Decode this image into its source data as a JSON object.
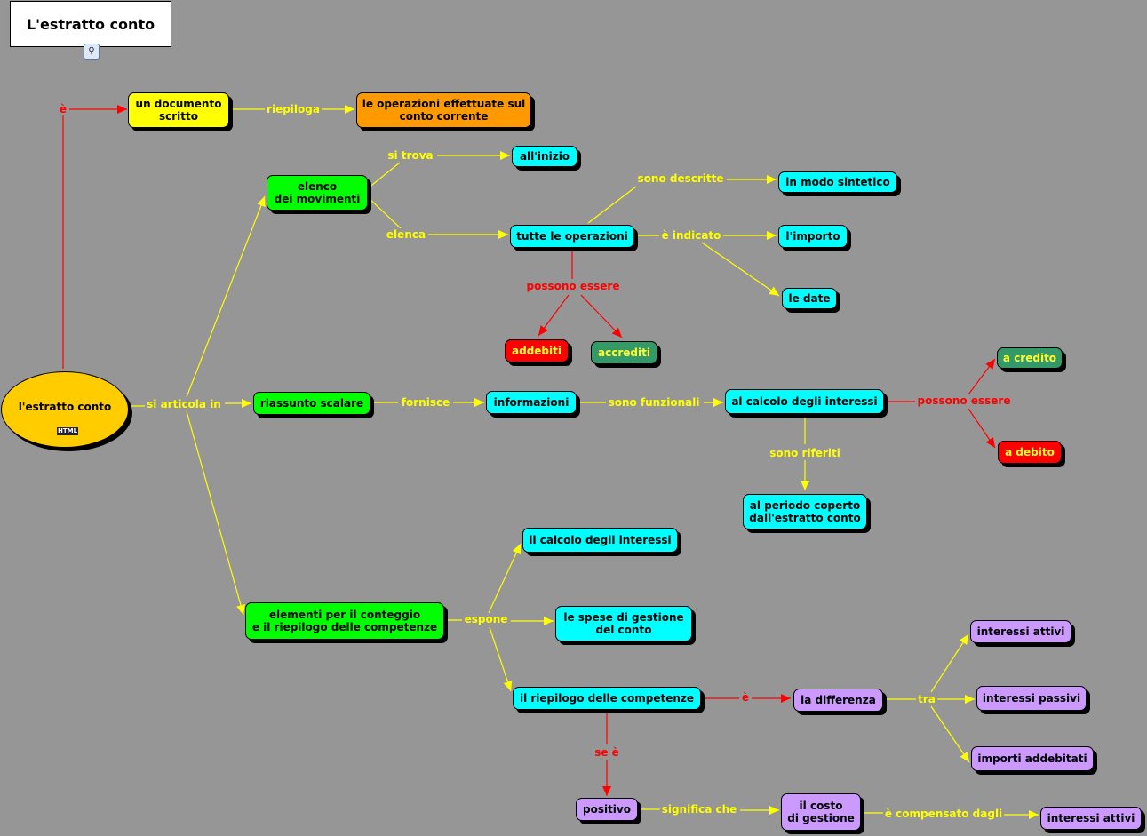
{
  "title": "L'estratto conto",
  "icons": {
    "title_icon": "concept-map-icon",
    "root_icon": "html-icon",
    "html_text": "HTML"
  },
  "colors": {
    "background": "#969696",
    "link_yellow": "#ffff00",
    "link_red": "#ff0000"
  },
  "root": "l'estratto conto",
  "nodes": {
    "documento": "un documento\nscritto",
    "operazioni_effettuate": "le operazioni effettuate sul\nconto corrente",
    "elenco": "elenco\ndei movimenti",
    "inizio": "all'inizio",
    "sintetico": "in modo sintetico",
    "tutte": "tutte le operazioni",
    "importo": "l'importo",
    "date": "le date",
    "addebiti": "addebiti",
    "accrediti": "accrediti",
    "riassunto": "riassunto scalare",
    "informazioni": "informazioni",
    "calcolo": "al calcolo degli interessi",
    "credito": "a credito",
    "debito": "a debito",
    "periodo": "al periodo coperto\ndall'estratto conto",
    "calcolo2": "il calcolo degli interessi",
    "spese": "le spese di gestione\ndel conto",
    "elementi": "elementi per il conteggio\ne il riepilogo delle competenze",
    "riepilogo": "il riepilogo delle competenze",
    "differenza": "la differenza",
    "attivi": "interessi attivi",
    "passivi": "interessi passivi",
    "addebitati": "importi addebitati",
    "positivo": "positivo",
    "costo": "il costo\ndi gestione",
    "attivi2": "interessi attivi"
  },
  "links": {
    "e1": "è",
    "riepiloga": "riepiloga",
    "si_trova": "si trova",
    "elenca": "elenca",
    "sono_descritte": "sono descritte",
    "e_indicato": "è indicato",
    "possono_essere1": "possono essere",
    "si_articola_in": "si articola in",
    "fornisce": "fornisce",
    "sono_funzionali": "sono funzionali",
    "possono_essere2": "possono essere",
    "sono_riferiti": "sono riferiti",
    "espone": "espone",
    "e2": "è",
    "tra": "tra",
    "se_e": "se è",
    "significa_che": "significa che",
    "e_compensato_dagli": "è compensato dagli"
  }
}
